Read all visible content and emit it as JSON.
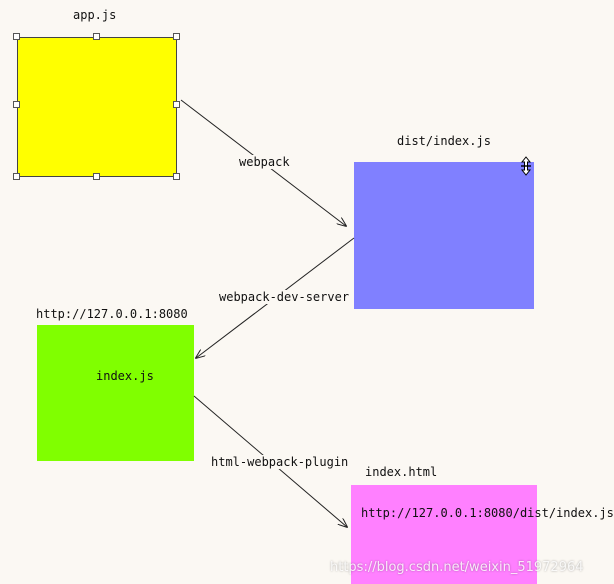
{
  "nodes": {
    "app": {
      "title": "app.js",
      "color": "#ffff00"
    },
    "dist": {
      "title": "dist/index.js",
      "color": "#8080ff"
    },
    "server": {
      "title": "http://127.0.0.1:8080",
      "inner": "index.js",
      "color": "#80ff00"
    },
    "html": {
      "title": "index.html",
      "inner": "http://127.0.0.1:8080/dist/index.js",
      "color": "#ff80ff"
    }
  },
  "edges": {
    "webpack": "webpack",
    "dev_server": "webpack-dev-server",
    "html_plugin": "html-webpack-plugin"
  },
  "watermark": "https://blog.csdn.net/weixin_51972964",
  "icons": {
    "move": "move-cursor-icon"
  }
}
